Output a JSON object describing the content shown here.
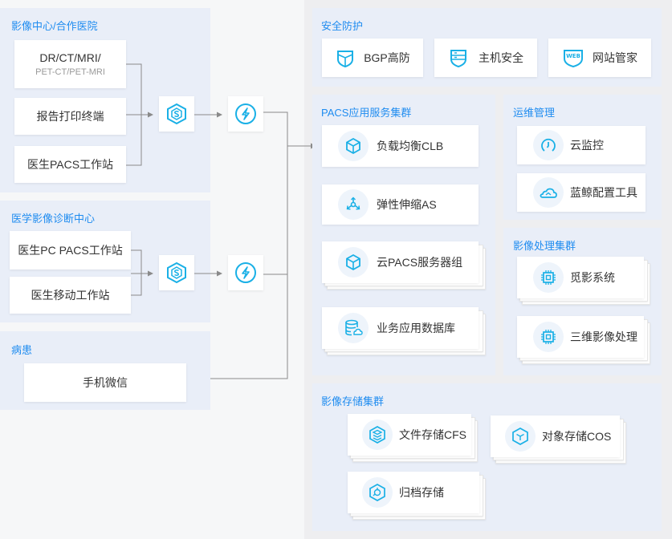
{
  "left": {
    "imaging_center": {
      "title": "影像中心/合作医院",
      "items": [
        {
          "line1": "DR/CT/MRI/",
          "line2": "PET-CT/PET-MRI"
        },
        {
          "label": "报告打印终端"
        },
        {
          "label": "医生PACS工作站"
        }
      ]
    },
    "diagnosis_center": {
      "title": "医学影像诊断中心",
      "items": [
        {
          "label": "医生PC PACS工作站"
        },
        {
          "label": "医生移动工作站"
        }
      ]
    },
    "patient": {
      "title": "病患",
      "items": [
        {
          "label": "手机微信"
        }
      ]
    }
  },
  "right": {
    "security": {
      "title": "安全防护",
      "items": [
        {
          "label": "BGP高防",
          "icon": "shield-icon"
        },
        {
          "label": "主机安全",
          "icon": "host-security-icon"
        },
        {
          "label": "网站管家",
          "icon": "web-shield-icon"
        }
      ]
    },
    "pacs_cluster": {
      "title": "PACS应用服务集群",
      "items": [
        {
          "label": "负载均衡CLB",
          "icon": "cube-icon"
        },
        {
          "label": "弹性伸缩AS",
          "icon": "scaling-icon"
        },
        {
          "label": "云PACS服务器组",
          "icon": "cube-icon"
        },
        {
          "label": "业务应用数据库",
          "icon": "database-icon"
        }
      ]
    },
    "ops": {
      "title": "运维管理",
      "items": [
        {
          "label": "云监控",
          "icon": "monitor-icon"
        },
        {
          "label": "蓝鲸配置工具",
          "icon": "cloud-icon"
        }
      ]
    },
    "image_processing": {
      "title": "影像处理集群",
      "items": [
        {
          "label": "觅影系统",
          "icon": "chip-icon"
        },
        {
          "label": "三维影像处理",
          "icon": "chip-icon"
        }
      ]
    },
    "storage": {
      "title": "影像存储集群",
      "items": [
        {
          "label": "文件存储CFS",
          "icon": "layers-icon"
        },
        {
          "label": "对象存储COS",
          "icon": "cube-icon"
        },
        {
          "label": "归档存储",
          "icon": "archive-icon"
        }
      ]
    }
  },
  "colors": {
    "accent": "#1f8cf0",
    "icon": "#1ab0e6",
    "panel": "#e9eef8"
  }
}
